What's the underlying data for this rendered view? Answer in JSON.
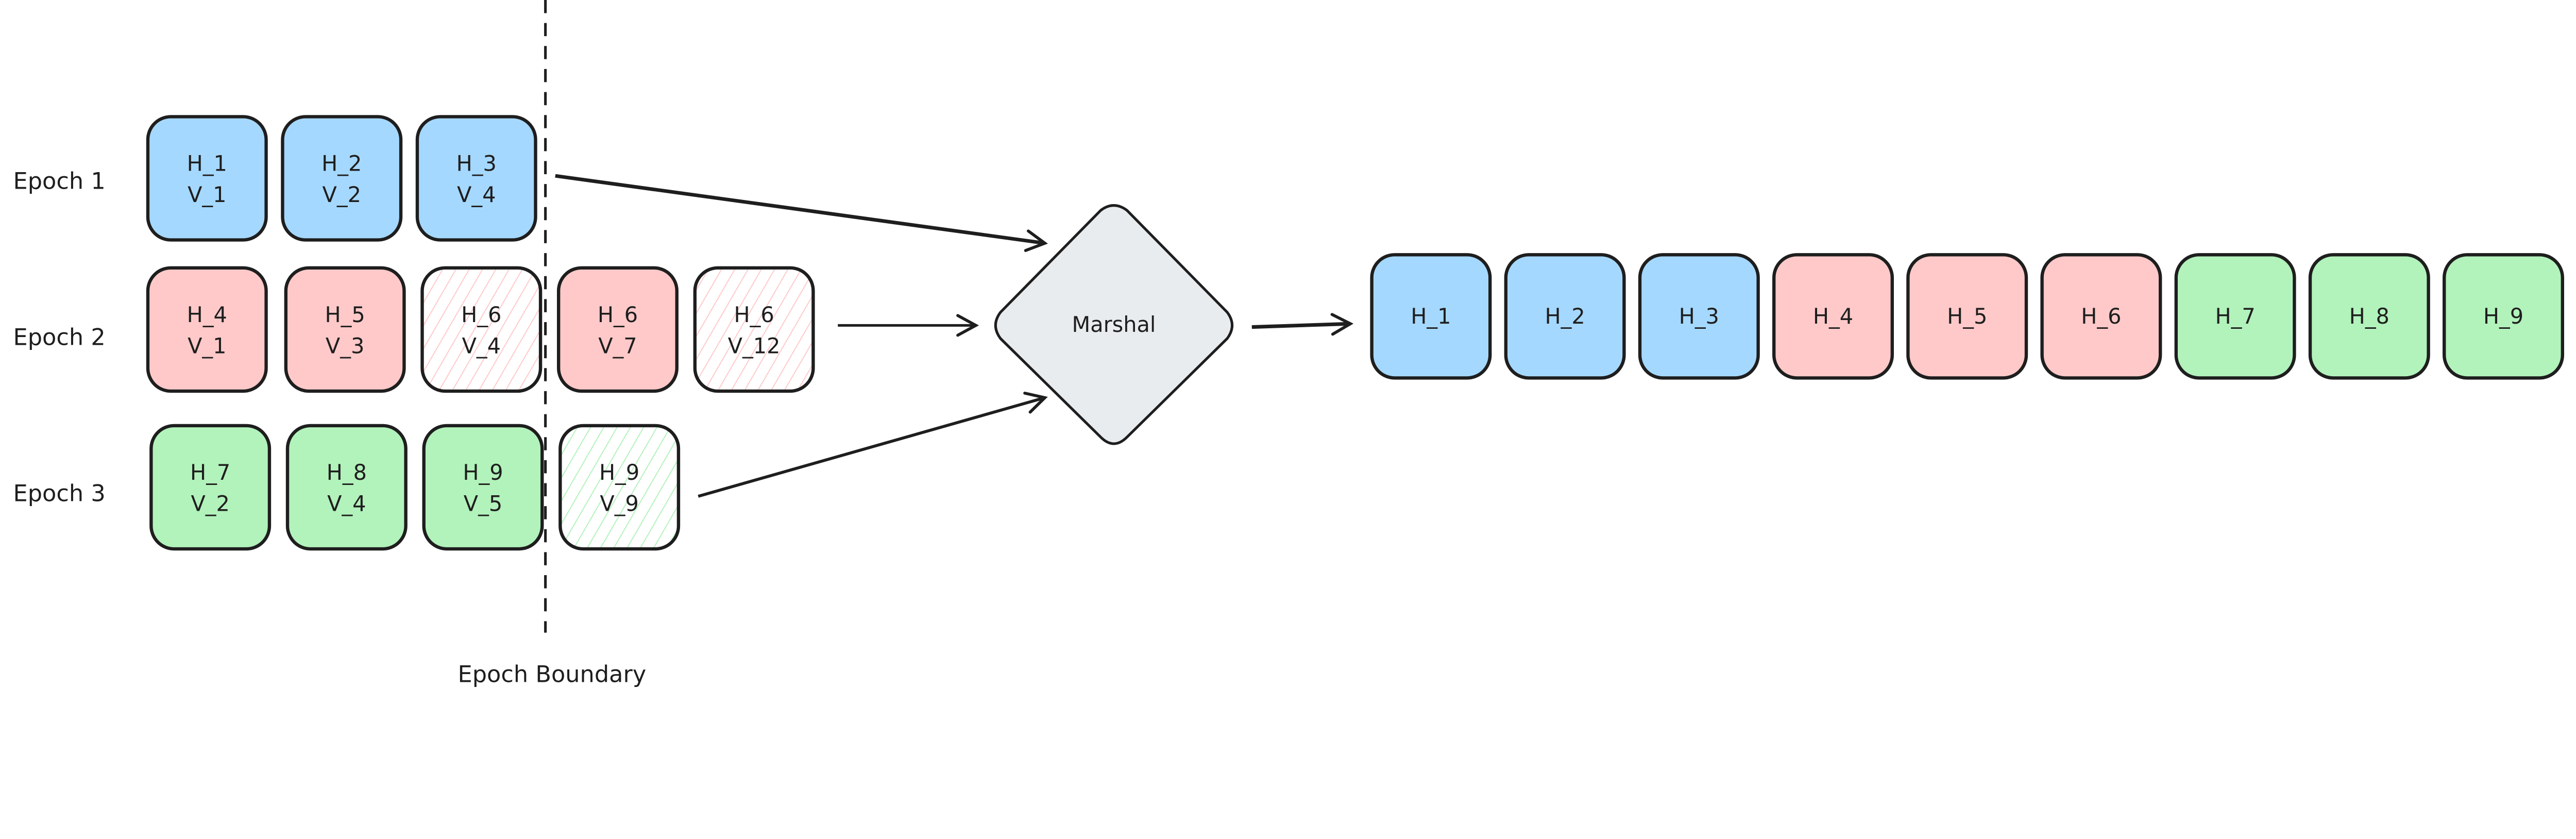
{
  "colors": {
    "blue": "#a5d8ff",
    "red": "#ffc9c9",
    "green": "#b2f2bb",
    "marshal": "#e9ecef",
    "stroke": "#1e1e1e"
  },
  "epochs": [
    {
      "label": "Epoch 1",
      "color": "blue",
      "items": [
        {
          "h": "H_1",
          "v": "V_1",
          "style": "filled"
        },
        {
          "h": "H_2",
          "v": "V_2",
          "style": "filled"
        },
        {
          "h": "H_3",
          "v": "V_4",
          "style": "filled"
        }
      ]
    },
    {
      "label": "Epoch 2",
      "color": "red",
      "items": [
        {
          "h": "H_4",
          "v": "V_1",
          "style": "filled"
        },
        {
          "h": "H_5",
          "v": "V_3",
          "style": "filled"
        },
        {
          "h": "H_6",
          "v": "V_4",
          "style": "hatched"
        },
        {
          "h": "H_6",
          "v": "V_7",
          "style": "filled"
        },
        {
          "h": "H_6",
          "v": "V_12",
          "style": "hatched"
        }
      ]
    },
    {
      "label": "Epoch 3",
      "color": "green",
      "items": [
        {
          "h": "H_7",
          "v": "V_2",
          "style": "filled"
        },
        {
          "h": "H_8",
          "v": "V_4",
          "style": "filled"
        },
        {
          "h": "H_9",
          "v": "V_5",
          "style": "filled"
        },
        {
          "h": "H_9",
          "v": "V_9",
          "style": "hatched"
        }
      ]
    }
  ],
  "boundary_label": "Epoch Boundary",
  "marshal_label": "Marshal",
  "output": [
    {
      "h": "H_1",
      "color": "blue"
    },
    {
      "h": "H_2",
      "color": "blue"
    },
    {
      "h": "H_3",
      "color": "blue"
    },
    {
      "h": "H_4",
      "color": "red"
    },
    {
      "h": "H_5",
      "color": "red"
    },
    {
      "h": "H_6",
      "color": "red"
    },
    {
      "h": "H_7",
      "color": "green"
    },
    {
      "h": "H_8",
      "color": "green"
    },
    {
      "h": "H_9",
      "color": "green"
    }
  ]
}
